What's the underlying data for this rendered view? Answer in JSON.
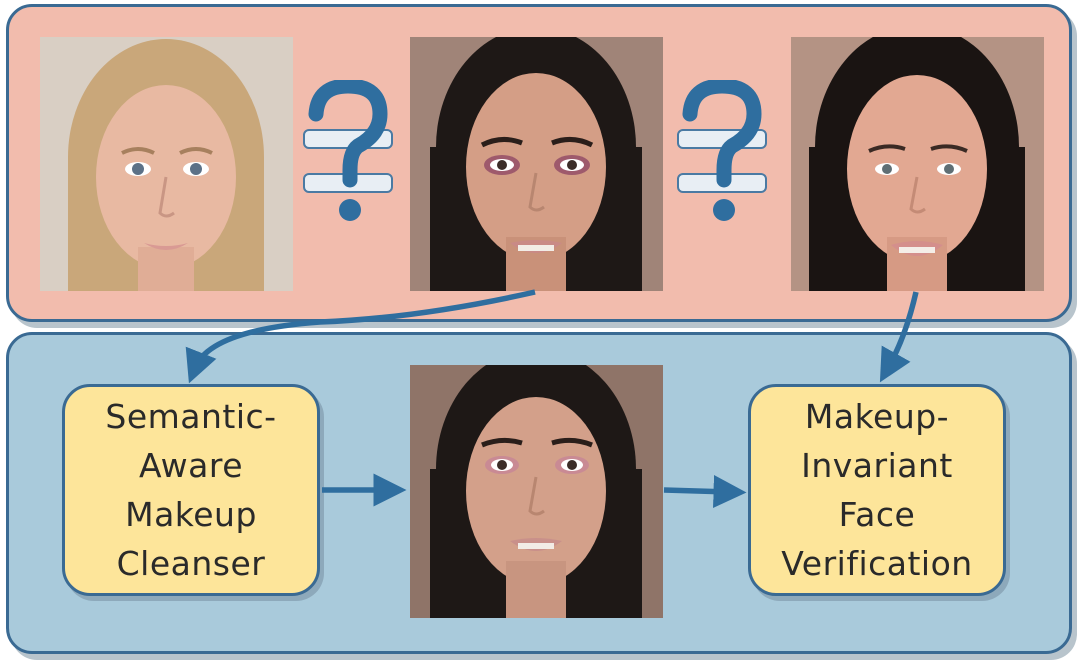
{
  "top_panel": {
    "faces": [
      {
        "name": "face-no-makeup-blonde",
        "hair": "#c9a77a",
        "skin": "#e8b9a2",
        "bg": "#d9cfc4",
        "lip": "#d99a94"
      },
      {
        "name": "face-with-makeup",
        "hair": "#1e1816",
        "skin": "#d49e86",
        "bg": "#a08478",
        "lip": "#c98a86"
      },
      {
        "name": "face-no-makeup-brunette",
        "hair": "#1a1412",
        "skin": "#e2a892",
        "bg": "#b49384",
        "lip": "#d48f8c"
      }
    ],
    "question_marks": [
      "?",
      "?"
    ]
  },
  "bottom_panel": {
    "cleanser_label": "Semantic-\nAware\nMakeup\nCleanser",
    "verification_label": "Makeup-\nInvariant\nFace\nVerification",
    "cleansed_face": {
      "name": "face-makeup-removed",
      "hair": "#1e1816",
      "skin": "#d3a08a",
      "bg": "#8f7468",
      "lip": "#c9908a"
    }
  },
  "colors": {
    "top_panel_fill": "#f2bcad",
    "bottom_panel_fill": "#a9cadb",
    "box_fill": "#fde59a",
    "arrow": "#2f6e9f",
    "border": "#3a6a93"
  }
}
